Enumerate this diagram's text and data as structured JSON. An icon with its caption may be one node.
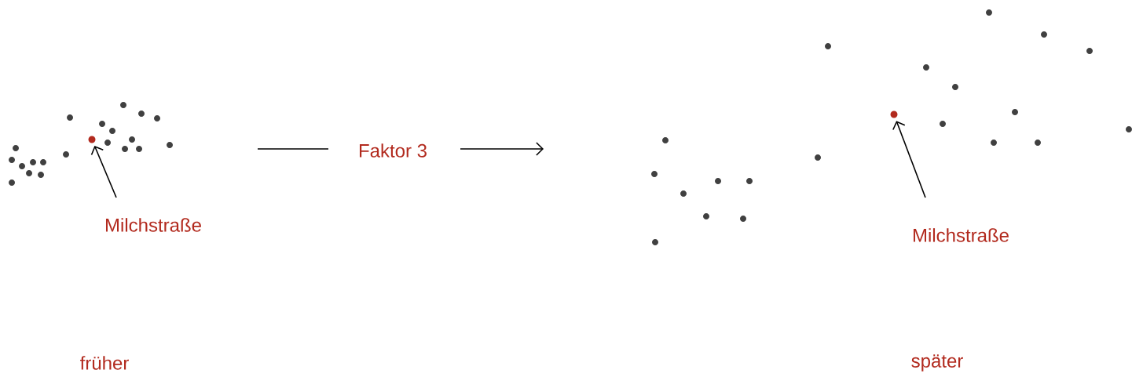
{
  "diagram": {
    "nodes": [
      {
        "text": [
          "Milchstraße"
        ]
      },
      {
        "text": [],
        "shape": "circle"
      },
      {
        "text": [
          "Milchstraße"
        ]
      },
      {
        "text": [],
        "shape": "circle"
      }
    ],
    "edges": [
      {
        "from": 0,
        "to": 1,
        "arrow": "to"
      },
      {
        "from": 2,
        "to": 3,
        "arrow": "to"
      }
    ],
    "labels": [
      "Faktor 3",
      "früher",
      "später"
    ]
  }
}
